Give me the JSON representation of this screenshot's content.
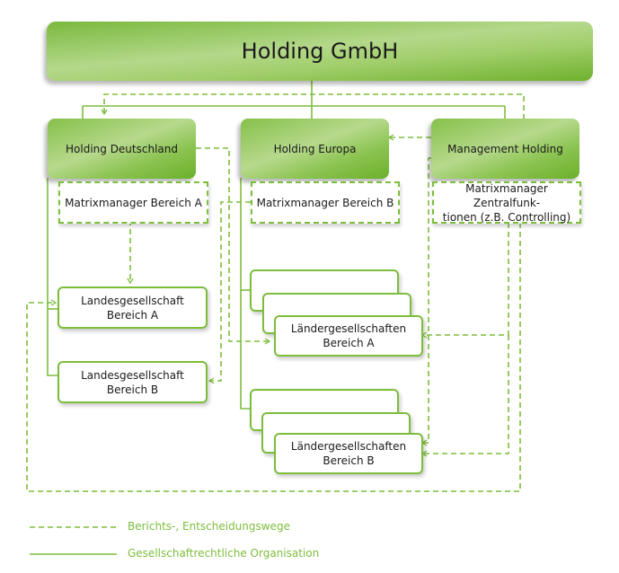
{
  "diagram": {
    "top": {
      "label": "Holding GmbH"
    },
    "level1": [
      {
        "id": "hd",
        "label": "Holding Deutschland"
      },
      {
        "id": "he",
        "label": "Holding Europa"
      },
      {
        "id": "mh",
        "label": "Management Holding"
      }
    ],
    "matrix": [
      {
        "id": "mA",
        "label": "Matrixmanager Bereich A"
      },
      {
        "id": "mB",
        "label": "Matrixmanager Bereich B"
      },
      {
        "id": "mZ",
        "label_line1": "Matrixmanager Zentralfunk-",
        "label_line2": "tionen (z.B. Controlling)"
      }
    ],
    "units": [
      {
        "id": "lgA",
        "line1": "Landesgesellschaft",
        "line2": "Bereich A"
      },
      {
        "id": "lgB",
        "line1": "Landesgesellschaft",
        "line2": "Bereich B"
      },
      {
        "id": "lnA",
        "line1": "Ländergesellschaften",
        "line2": "Bereich A"
      },
      {
        "id": "lnB",
        "line1": "Ländergesellschaften",
        "line2": "Bereich B"
      }
    ],
    "colors": {
      "line": "#7dbd3c",
      "box_gradient_dark": "#6bb02a",
      "box_gradient_light": "#b6d98c"
    }
  },
  "legend": [
    {
      "style": "dashed",
      "label": "Berichts-, Entscheidungswege"
    },
    {
      "style": "solid",
      "label": "Gesellschaftrechtliche Organisation"
    }
  ]
}
